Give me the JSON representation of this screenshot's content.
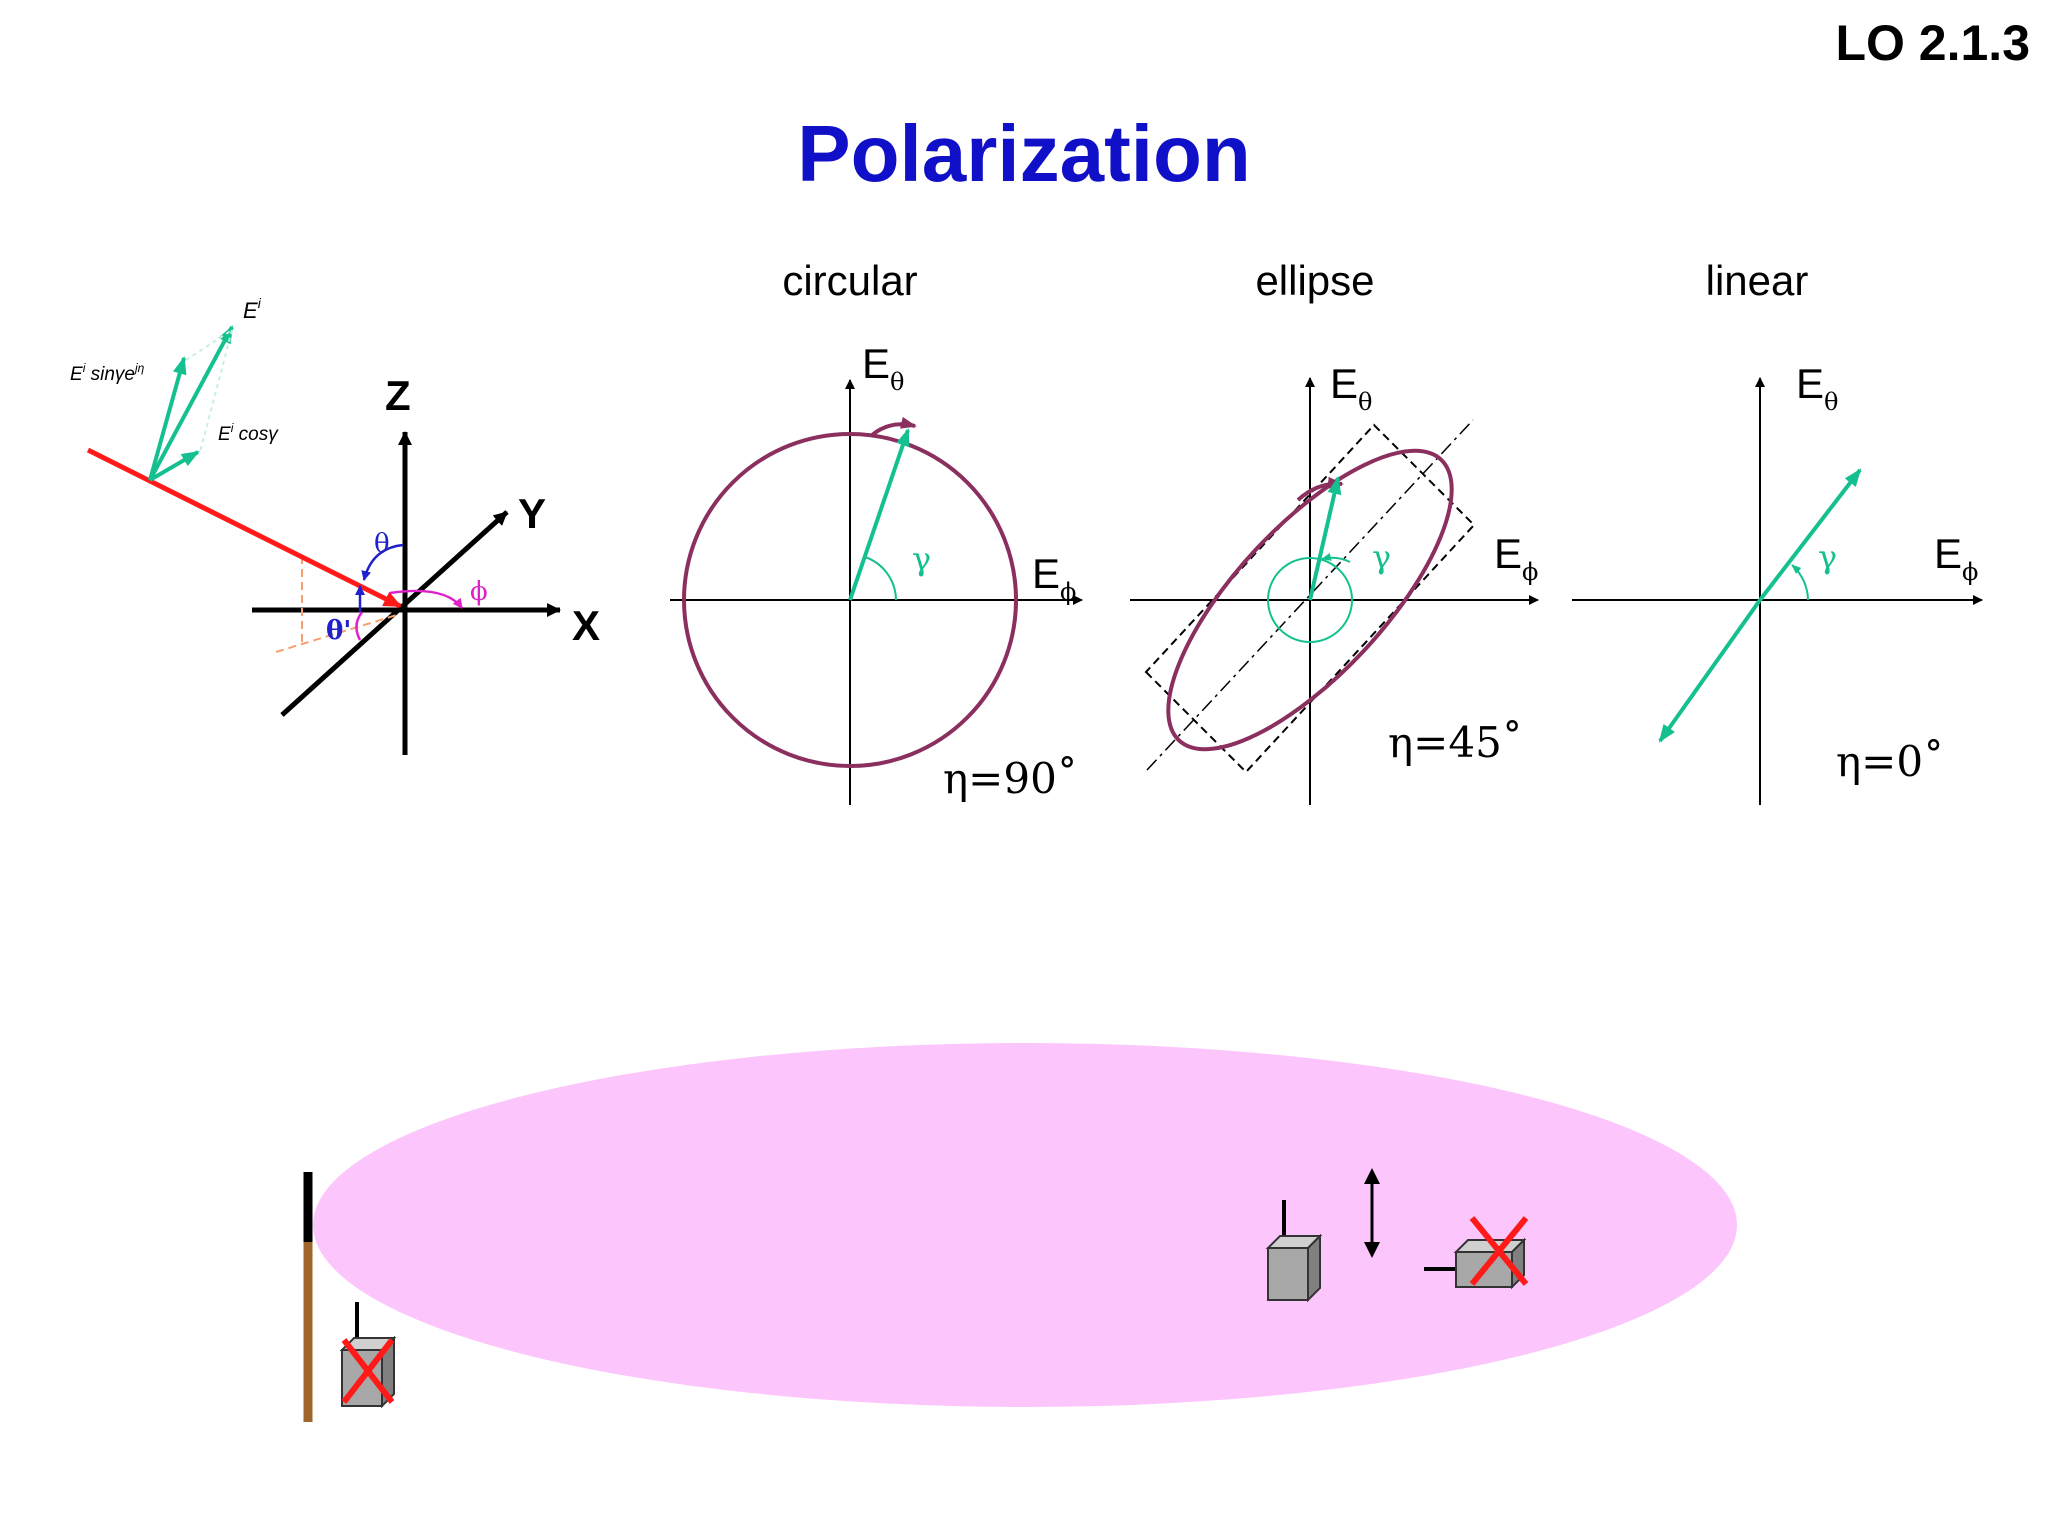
{
  "header": {
    "lesson_code": "LO  2.1.3",
    "title": "Polarization"
  },
  "coordinate_diagram": {
    "axis_z": "Z",
    "axis_y": "Y",
    "axis_x": "X",
    "theta": "θ",
    "theta_prime": "θ'",
    "phi": "ϕ",
    "field_total": {
      "base": "E",
      "sup": "i"
    },
    "field_sin": {
      "base": "E",
      "sup": "i",
      "text": " sinγe",
      "sup2": "jη"
    },
    "field_cos": {
      "base": "E",
      "sup": "i",
      "text": " cosγ"
    }
  },
  "panels": {
    "circular": {
      "title": "circular",
      "eta_label": "η=90˚"
    },
    "ellipse": {
      "title": "ellipse",
      "eta_label": "η=45˚"
    },
    "linear": {
      "title": "linear",
      "eta_label": "η=0˚"
    },
    "axis_vertical_base": "E",
    "axis_vertical_sub": "θ",
    "axis_horizontal_base": "E",
    "axis_horizontal_sub": "ϕ",
    "gamma": "γ"
  },
  "colors": {
    "title": "#1010c8",
    "ellipse": "#8b2f5f",
    "vector": "#14c08f",
    "incident": "#ff1a1a",
    "theta": "#2020cc",
    "phi": "#e020c8",
    "ground": "#fcc6fc",
    "pole": "#a0642d",
    "box": "#a8a8a8"
  },
  "icons": {
    "blocked": "red-x-icon",
    "device": "radio-box-icon",
    "polarization": "double-arrow-icon"
  }
}
